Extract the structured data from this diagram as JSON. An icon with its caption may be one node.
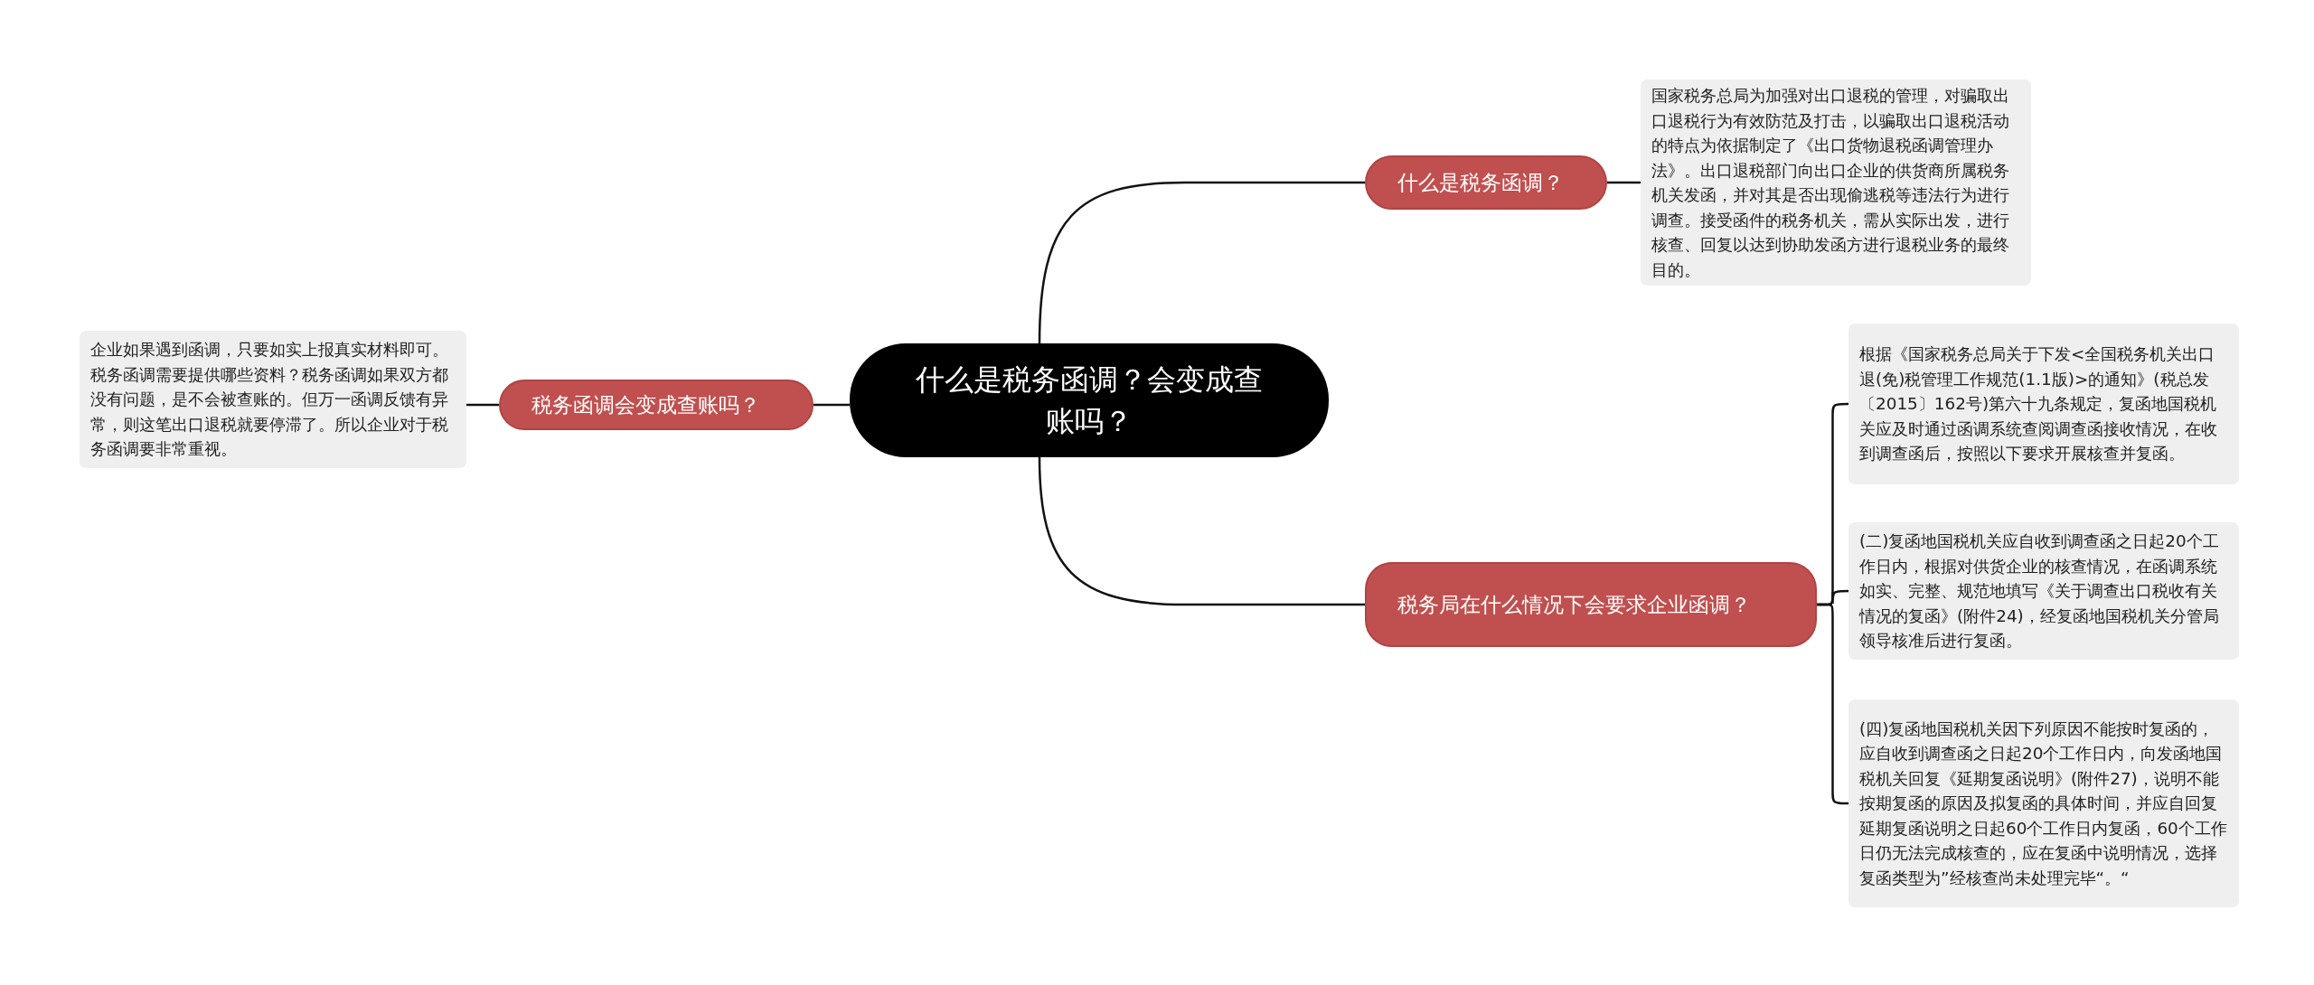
{
  "diagram": {
    "nodes": [
      {
        "text": [
          "什么是税务函调？会变成查账吗？"
        ]
      },
      {
        "text": [
          "什么是税务函调？"
        ]
      },
      {
        "text": [
          "国家税务总局为加强对出口退税的管理，对骗取出口退税行为有效防范及打击，以骗取出口退税活动的特点为依据制定了《出口货物退税函调管理办法》。出口退税部门向出口企业的供货商所属税务机关发函，并对其是否出现偷逃税等违法行为进行调查。接受函件的税务机关，需从实际出发，进行核查、回复以达到协助发函方进行退税业务的最终目的。"
        ]
      },
      {
        "text": [
          "税务函调会变成查账吗？"
        ]
      },
      {
        "text": [
          "企业如果遇到函调，只要如实上报真实材料即可。税务函调需要提供哪些资料？税务函调如果双方都没有问题，是不会被查账的。但万一函调反馈有异常，则这笔出口退税就要停滞了。所以企业对于税务函调要非常重视。"
        ]
      },
      {
        "text": [
          "税务局在什么情况下会要求企业函调？"
        ]
      },
      {
        "text": [
          "根据《国家税务总局关于下发<全国税务机关出口退(免)税管理工作规范(1.1版)>的通知》(税总发〔2015〕162号)第六十九条规定，复函地国税机关应及时通过函调系统查阅调查函接收情况，在收到调查函后，按照以下要求开展核查并复函。"
        ]
      },
      {
        "text": [
          "(二)复函地国税机关应自收到调查函之日起20个工作日内，根据对供货企业的核查情况，在函调系统如实、完整、规范地填写《关于调查出口税收有关情况的复函》(附件24)，经复函地国税机关分管局领导核准后进行复函。"
        ]
      },
      {
        "text": [
          "(四)复函地国税机关因下列原因不能按时复函的，应自收到调查函之日起20个工作日内，向发函地国税机关回复《延期复函说明》(附件27)，说明不能按期复函的原因及拟复函的具体时间，并应自回复延期复函说明之日起60个工作日内复函，60个工作日仍无法完成核查的，应在复函中说明情况，选择复函类型为”经核查尚未处理完毕“。“"
        ]
      }
    ],
    "edges": [
      {
        "from": 0,
        "to": 1,
        "arrow": "none"
      },
      {
        "from": 1,
        "to": 2,
        "arrow": "none"
      },
      {
        "from": 0,
        "to": 3,
        "arrow": "none"
      },
      {
        "from": 3,
        "to": 4,
        "arrow": "none"
      },
      {
        "from": 0,
        "to": 5,
        "arrow": "none"
      },
      {
        "from": 5,
        "to": 6,
        "arrow": "none"
      },
      {
        "from": 5,
        "to": 7,
        "arrow": "none"
      },
      {
        "from": 5,
        "to": 8,
        "arrow": "none"
      }
    ]
  }
}
